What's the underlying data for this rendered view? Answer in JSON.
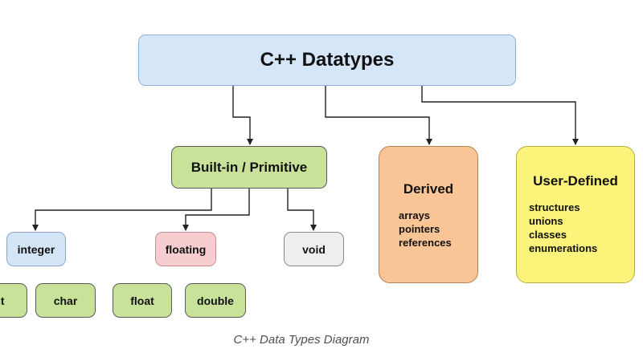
{
  "diagram": {
    "root": "C++ Datatypes",
    "builtin": "Built-in / Primitive",
    "integer": "integer",
    "floating": "floating",
    "void": "void",
    "int": "int",
    "char": "char",
    "float": "float",
    "double": "double",
    "derived": {
      "title": "Derived",
      "items": [
        "arrays",
        "pointers",
        "references"
      ]
    },
    "user_defined": {
      "title": "User-Defined",
      "items": [
        "structures",
        "unions",
        "classes",
        "enumerations"
      ]
    }
  },
  "caption": "C++ Data Types Diagram",
  "colors": {
    "root_fill": "#d6e6f9",
    "builtin_fill": "#c8e29a",
    "derived_fill": "#f9c596",
    "user_defined_fill": "#fbf37a",
    "integer_fill": "#d4e5f8",
    "floating_fill": "#f7cdd0",
    "void_fill": "#eeeeee"
  }
}
